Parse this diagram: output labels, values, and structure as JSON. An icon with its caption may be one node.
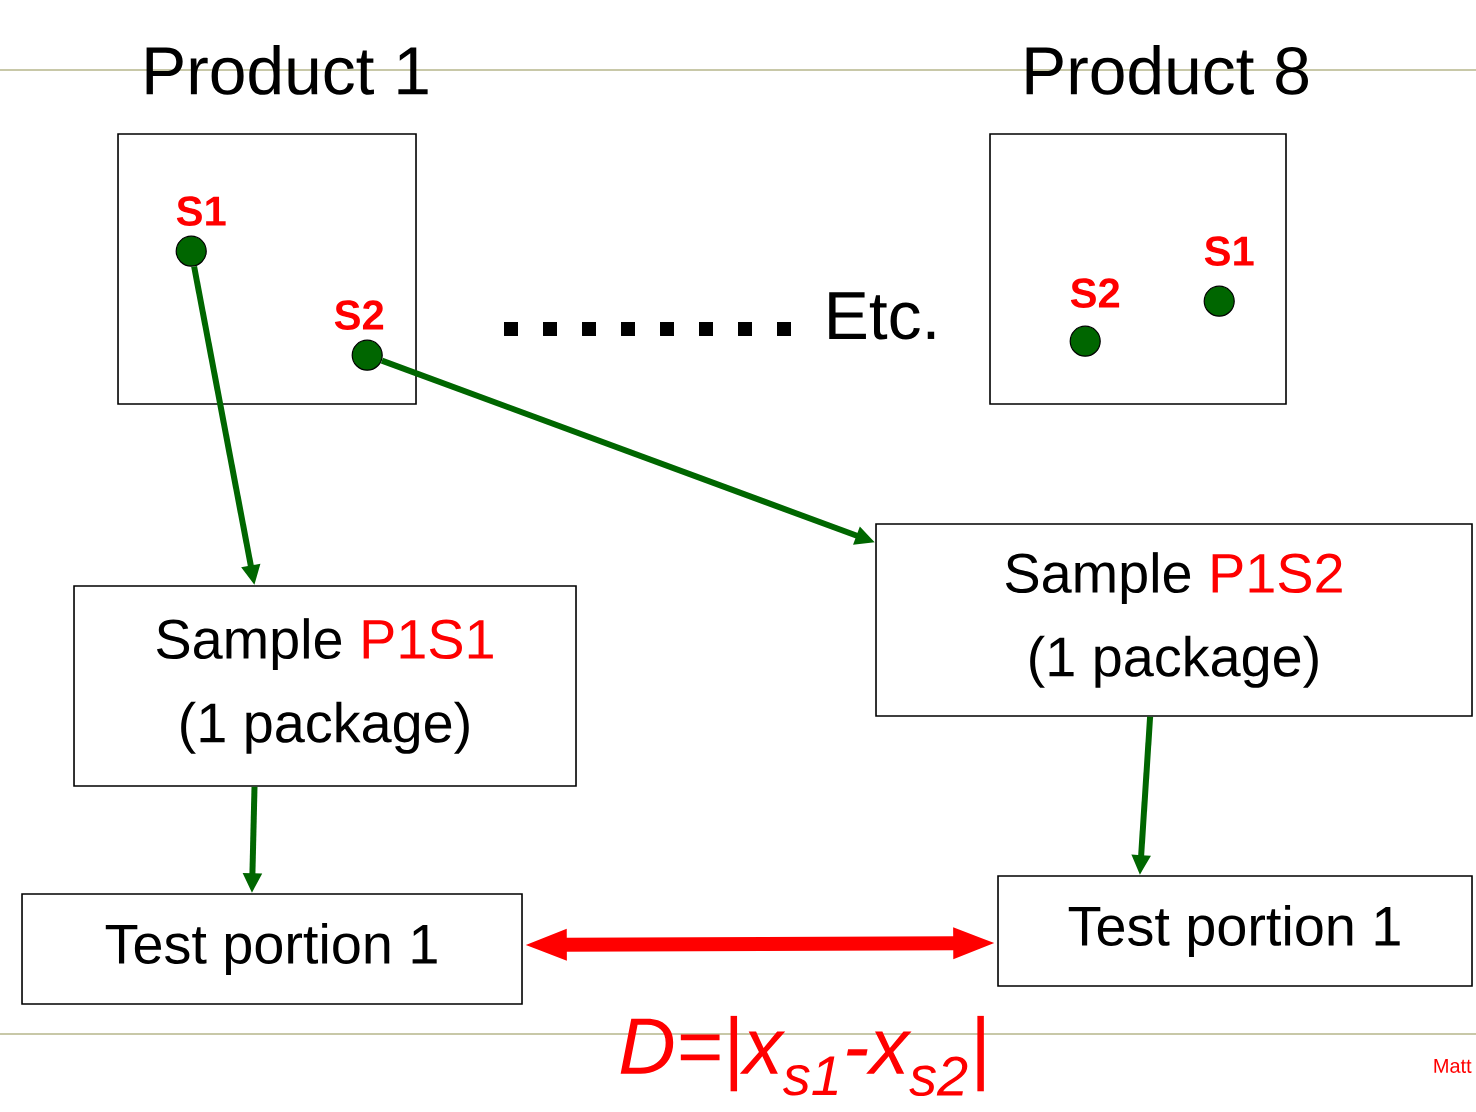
{
  "diagram": {
    "nodes": [
      {
        "text": [
          "Product 1"
        ]
      },
      {
        "text": [],
        "shape": "circle",
        "beside": [
          "S1"
        ],
        "in": 0
      },
      {
        "text": [],
        "shape": "circle",
        "beside": [
          "S2"
        ],
        "in": 0
      },
      {
        "text": [
          "Product 8"
        ]
      },
      {
        "text": [],
        "shape": "circle",
        "beside": [
          "S2"
        ],
        "in": 3
      },
      {
        "text": [],
        "shape": "circle",
        "beside": [
          "S1"
        ],
        "in": 3
      },
      {
        "text": [
          "Sample",
          "P1S1",
          "(1 package)"
        ]
      },
      {
        "text": [
          "Sample",
          "P1S2",
          "(1 package)"
        ]
      },
      {
        "text": [
          "Test portion 1"
        ]
      },
      {
        "text": [
          "Test portion 1"
        ]
      }
    ],
    "edges": [
      {
        "from": 1,
        "to": 6,
        "arrow": "to"
      },
      {
        "from": 2,
        "to": 7,
        "arrow": "to"
      },
      {
        "from": 6,
        "to": 8,
        "arrow": "to"
      },
      {
        "from": 7,
        "to": 9,
        "arrow": "to"
      },
      {
        "from": 8,
        "to": 9,
        "arrow": "both",
        "style": "thick",
        "color": "#ff0000"
      }
    ],
    "labels": [
      "Etc.",
      "D=|x$_{s1}$-x$_{s2}$|",
      "Matt"
    ]
  }
}
